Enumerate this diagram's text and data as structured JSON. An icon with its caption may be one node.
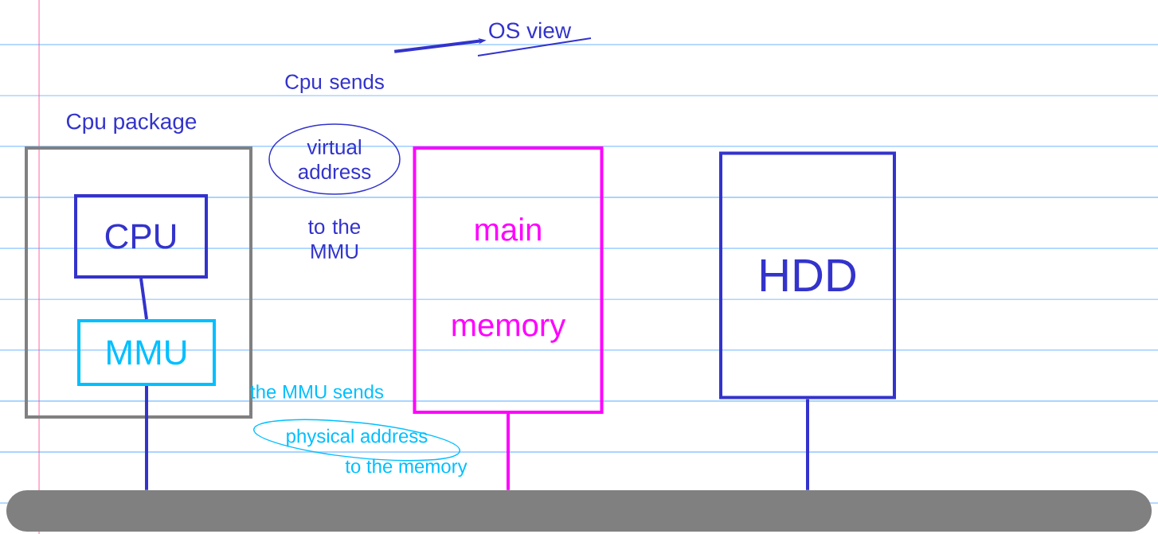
{
  "diagram": {
    "nodes": [
      {
        "text": [
          "Cpu package"
        ]
      },
      {
        "text": [
          "CPU"
        ],
        "in": 0
      },
      {
        "text": [
          "MMU"
        ],
        "in": 0
      },
      {
        "text": [
          "main memory"
        ]
      },
      {
        "text": [
          "HDD"
        ]
      },
      {
        "text": [],
        "shape": "bar"
      },
      {
        "text": [
          "Cpu sends",
          "virtual address",
          "to the MMU"
        ]
      },
      {
        "text": [
          "OS view"
        ]
      }
    ],
    "edges": [
      {
        "from": 1,
        "to": 2,
        "arrow": "none"
      },
      {
        "from": 2,
        "to": 5,
        "arrow": "none"
      },
      {
        "from": 3,
        "to": 5,
        "arrow": "none",
        "color": "#ff00ff"
      },
      {
        "from": 4,
        "to": 5,
        "arrow": "none"
      },
      {
        "from": 6,
        "to": 7,
        "arrow": "to"
      }
    ],
    "labels": [
      "the MMU sends",
      "physical address",
      "to the memory"
    ]
  }
}
